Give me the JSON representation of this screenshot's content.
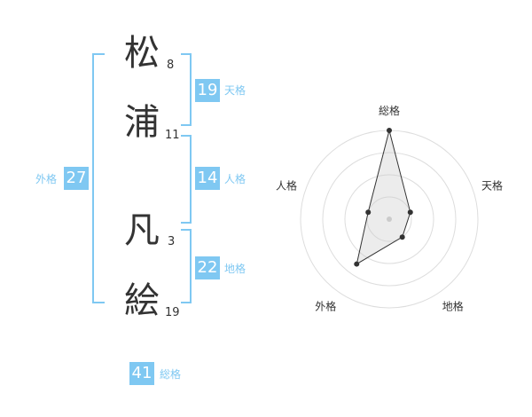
{
  "name": {
    "chars": [
      {
        "char": "松",
        "strokes": "8"
      },
      {
        "char": "浦",
        "strokes": "11"
      },
      {
        "char": "凡",
        "strokes": "3"
      },
      {
        "char": "絵",
        "strokes": "19"
      }
    ]
  },
  "kaku": {
    "tenkaku": {
      "value": "19",
      "label": "天格"
    },
    "jinkaku": {
      "value": "14",
      "label": "人格"
    },
    "chikaku": {
      "value": "22",
      "label": "地格"
    },
    "gaikaku": {
      "value": "27",
      "label": "外格"
    },
    "soukaku": {
      "value": "41",
      "label": "総格"
    }
  },
  "colors": {
    "accent": "#7fc8f2",
    "text": "#333333"
  },
  "chart_data": {
    "type": "radar",
    "axes": [
      "総格",
      "天格",
      "地格",
      "外格",
      "人格"
    ],
    "values": [
      4,
      1,
      1,
      2.5,
      1
    ],
    "max": 4,
    "rings": 4
  }
}
